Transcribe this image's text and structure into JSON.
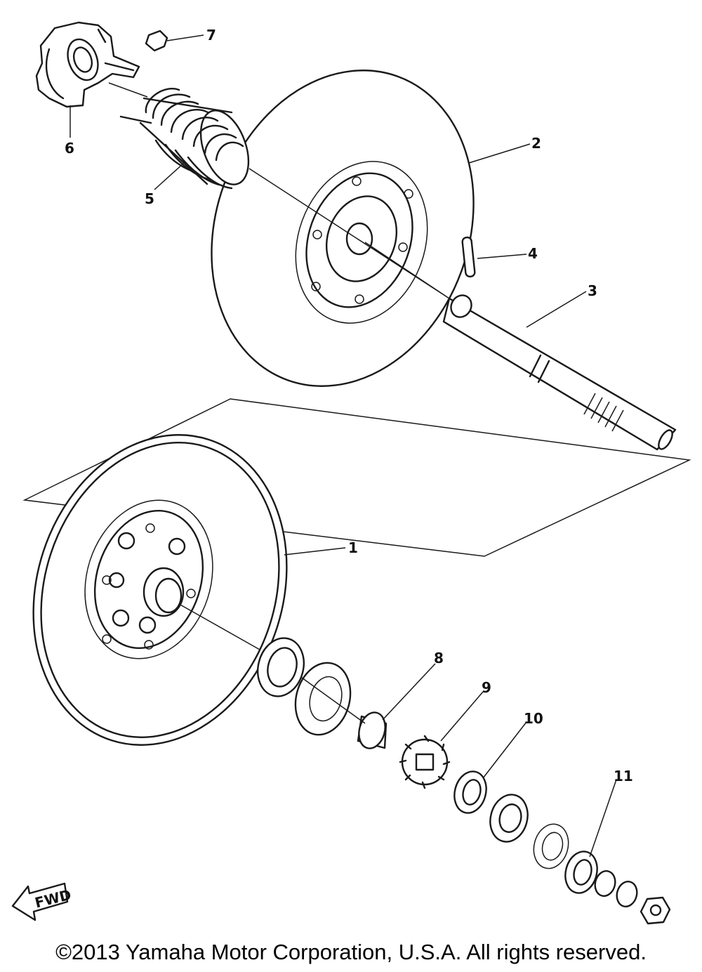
{
  "diagram": {
    "callouts": [
      {
        "id": "1",
        "label": "1"
      },
      {
        "id": "2",
        "label": "2"
      },
      {
        "id": "3",
        "label": "3"
      },
      {
        "id": "4",
        "label": "4"
      },
      {
        "id": "5",
        "label": "5"
      },
      {
        "id": "6",
        "label": "6"
      },
      {
        "id": "7",
        "label": "7"
      },
      {
        "id": "8",
        "label": "8"
      },
      {
        "id": "9",
        "label": "9"
      },
      {
        "id": "10",
        "label": "10"
      },
      {
        "id": "11",
        "label": "11"
      }
    ],
    "fwd_badge": "FWD",
    "copyright": "©2013 Yamaha Motor Corporation, U.S.A. All rights reserved."
  }
}
